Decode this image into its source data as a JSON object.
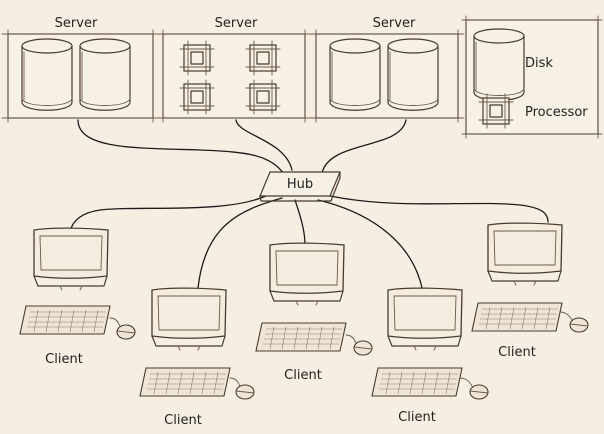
{
  "servers": [
    {
      "label": "Server"
    },
    {
      "label": "Server"
    },
    {
      "label": "Server"
    }
  ],
  "legend": {
    "disk_label": "Disk",
    "processor_label": "Processor"
  },
  "hub": {
    "label": "Hub"
  },
  "clients": [
    {
      "label": "Client"
    },
    {
      "label": "Client"
    },
    {
      "label": "Client"
    },
    {
      "label": "Client"
    },
    {
      "label": "Client"
    }
  ]
}
